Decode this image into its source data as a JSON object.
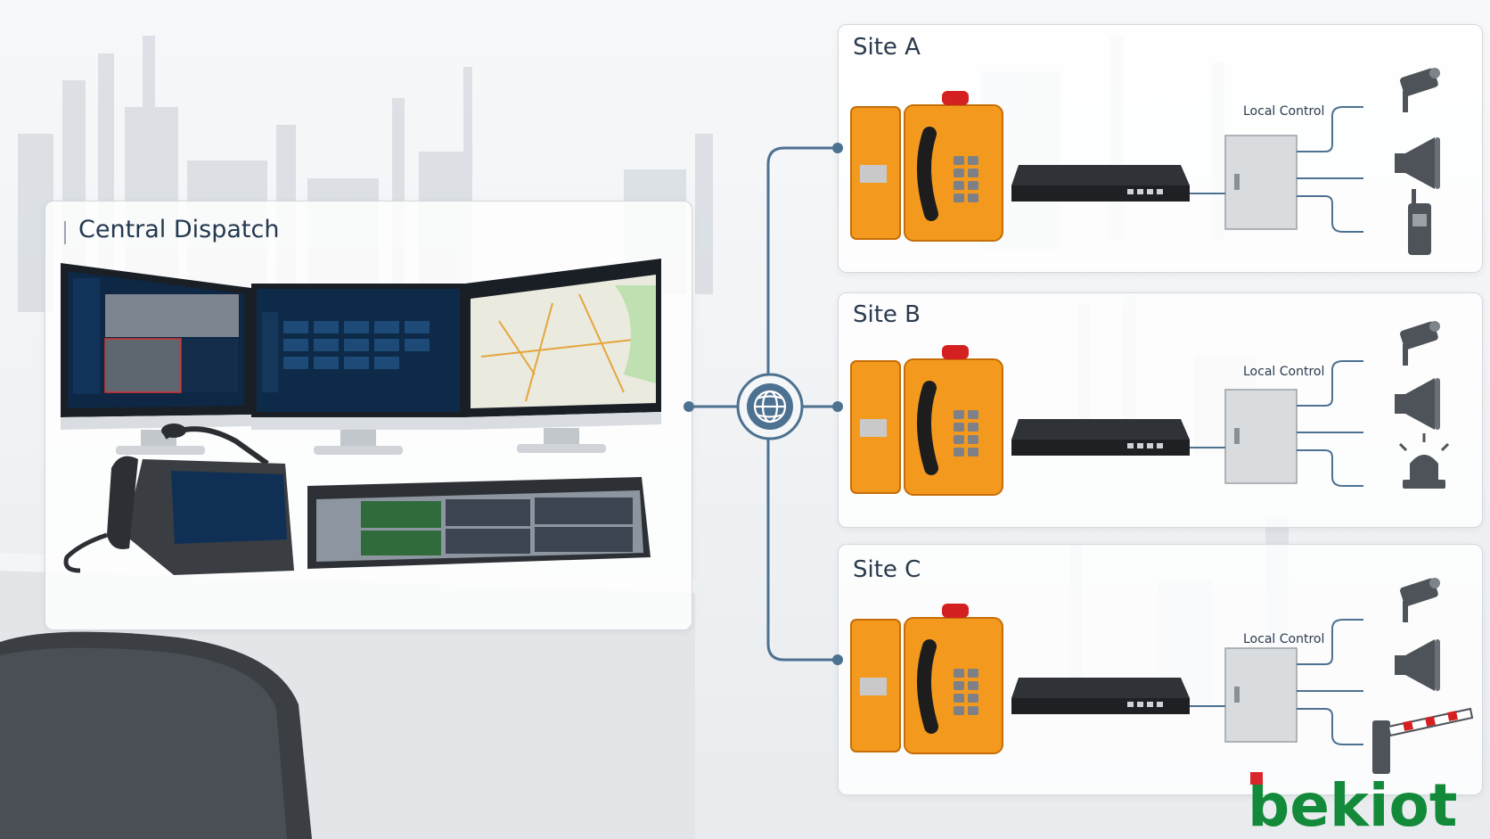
{
  "central": {
    "title": "Central Dispatch"
  },
  "sites": [
    {
      "title": "Site A",
      "local_control": "Local Control",
      "devices": [
        "camera-icon",
        "loudspeaker-icon",
        "radio-icon"
      ]
    },
    {
      "title": "Site B",
      "local_control": "Local Control",
      "devices": [
        "camera-icon",
        "loudspeaker-icon",
        "beacon-icon"
      ]
    },
    {
      "title": "Site C",
      "local_control": "Local Control",
      "devices": [
        "camera-icon",
        "loudspeaker-icon",
        "barrier-gate-icon"
      ]
    }
  ],
  "network": {
    "icon": "globe-icon"
  },
  "brand": {
    "logo_text": "bekiot",
    "colors": {
      "red": "#d8262b",
      "green": "#138a3a"
    }
  },
  "colors": {
    "connector": "#4d7191",
    "phone_orange": "#f39a1e",
    "text_dark": "#23384f"
  }
}
